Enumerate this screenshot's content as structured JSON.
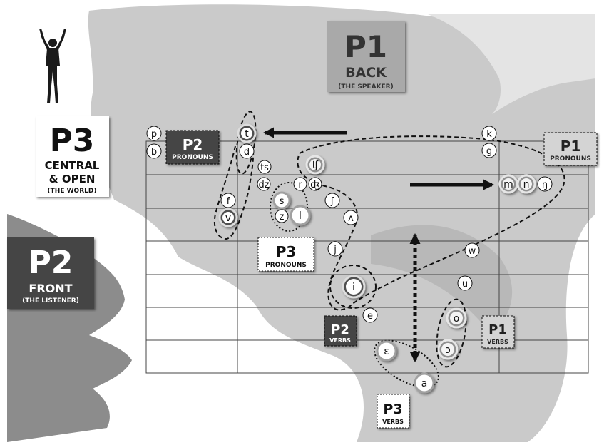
{
  "headers": {
    "p1": {
      "big": "P1",
      "line1": "BACK",
      "line2": "(THE SPEAKER)"
    },
    "p3": {
      "big": "P3",
      "line1": "CENTRAL",
      "line2": "& OPEN",
      "line3": "(THE WORLD)"
    },
    "p2": {
      "big": "P2",
      "line1": "FRONT",
      "line2": "(THE LISTENER)"
    }
  },
  "tags": {
    "p2_pronouns": {
      "big": "P2",
      "small": "PRONOUNS"
    },
    "p1_pronouns": {
      "big": "P1",
      "small": "PRONOUNS"
    },
    "p3_pronouns": {
      "big": "P3",
      "small": "PRONOUNS"
    },
    "p2_verbs": {
      "big": "P2",
      "small": "VERBS"
    },
    "p1_verbs": {
      "big": "P1",
      "small": "VERBS"
    },
    "p3_verbs": {
      "big": "P3",
      "small": "VERBS"
    }
  },
  "phonemes": {
    "p": "p",
    "b": "b",
    "t": "t",
    "d": "d",
    "ts": "ts",
    "dz": "dz",
    "tsh": "ʧ",
    "dzh": "ʤ",
    "r": "r",
    "s": "s",
    "z": "z",
    "l": "l",
    "esh": "ʃ",
    "f": "f",
    "v": "v",
    "turned_v": "ʌ",
    "j": "j",
    "w": "w",
    "i": "i",
    "u": "u",
    "e": "e",
    "o": "o",
    "open_o": "ɔ",
    "open_e": "ɛ",
    "a": "a",
    "k": "k",
    "g": "g",
    "m": "m",
    "n": "n",
    "eng": "ŋ"
  },
  "colors": {
    "silhouette": "#c8c8c8",
    "dark_box": "#444444",
    "mid_box": "#a9a9a9",
    "dark_phoneme": "#4f4f4f",
    "mid_phoneme": "#909090"
  }
}
